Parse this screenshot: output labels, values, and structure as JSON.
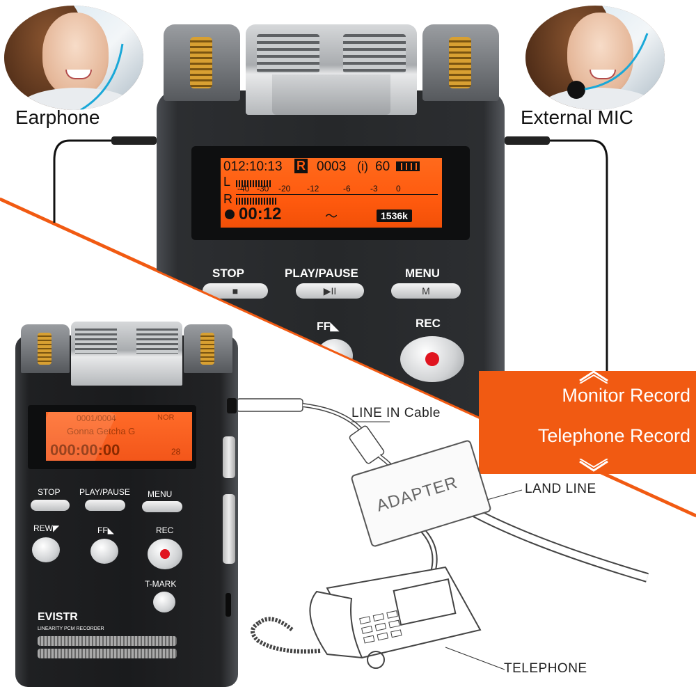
{
  "top_left": {
    "label": "Earphone"
  },
  "top_right": {
    "label": "External MIC"
  },
  "big_recorder": {
    "lcd": {
      "line1_time": "012:10:13",
      "line1_mode": "R",
      "line1_track": "0003",
      "line1_level": "60",
      "channel_left": "L",
      "channel_right": "R",
      "scale": [
        "-40",
        "-30",
        "-20",
        "-12",
        "-6",
        "-3",
        "0"
      ],
      "elapsed": "00:12",
      "bitrate": "1536k"
    },
    "buttons": {
      "stop": "STOP",
      "play_pause": "PLAY/PAUSE",
      "menu": "MENU",
      "menu_glyph": "M",
      "play_glyph": "▶II",
      "ff": "FF◣",
      "rec": "REC"
    }
  },
  "banner": {
    "line1": "Monitor Record",
    "line2": "Telephone Record"
  },
  "small_recorder": {
    "lcd": {
      "line1": "0001/0004",
      "line1_tag": "NOR",
      "line2": "Gonna Getcha G",
      "time": "000:00:00",
      "side_value": "28"
    },
    "buttons": {
      "stop": "STOP",
      "play_pause": "PLAY/PAUSE",
      "menu": "MENU",
      "rew": "REW◤",
      "ff": "FF◣",
      "rec": "REC",
      "tmark": "T-MARK"
    },
    "brand": "EVISTR",
    "model": "LINEARITY PCM RECORDER"
  },
  "diagram": {
    "line_in": "LINE IN Cable",
    "adapter": "ADAPTER",
    "land_line": "LAND LINE",
    "telephone": "TELEPHONE"
  }
}
